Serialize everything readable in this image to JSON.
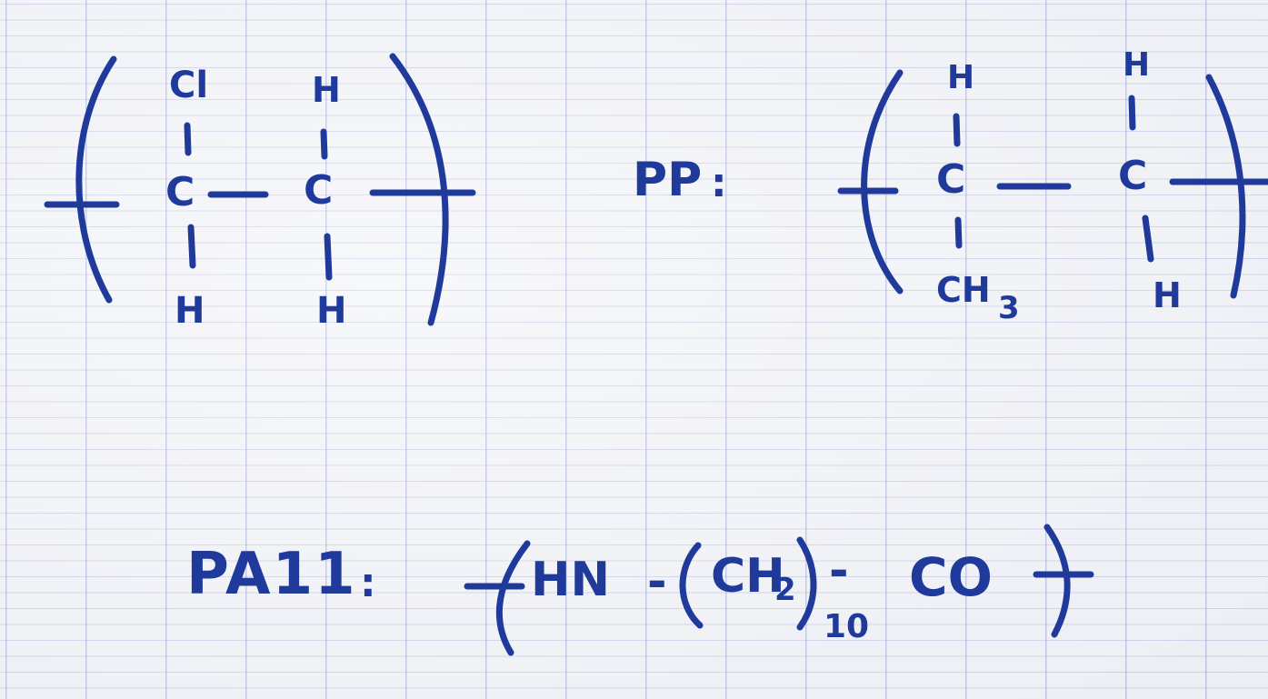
{
  "ink_color": "#1f3a9a",
  "paper_color": "#f3f4f8",
  "pvc": {
    "top_left": "Cl",
    "top_right": "H",
    "carbon_left": "C",
    "carbon_right": "C",
    "bottom_left": "H",
    "bottom_right": "H"
  },
  "pp": {
    "label": "PP",
    "colon": ":",
    "top_left": "H",
    "top_right": "H",
    "carbon_left": "C",
    "carbon_right": "C",
    "bottom_left_main": "CH",
    "bottom_left_sub": "3",
    "bottom_right": "H"
  },
  "pa11": {
    "label": "PA11",
    "colon": ":",
    "hn": "HN",
    "dash": "-",
    "ch": "CH",
    "ch_sub": "2",
    "repeat_sub": "10",
    "co": "CO"
  }
}
